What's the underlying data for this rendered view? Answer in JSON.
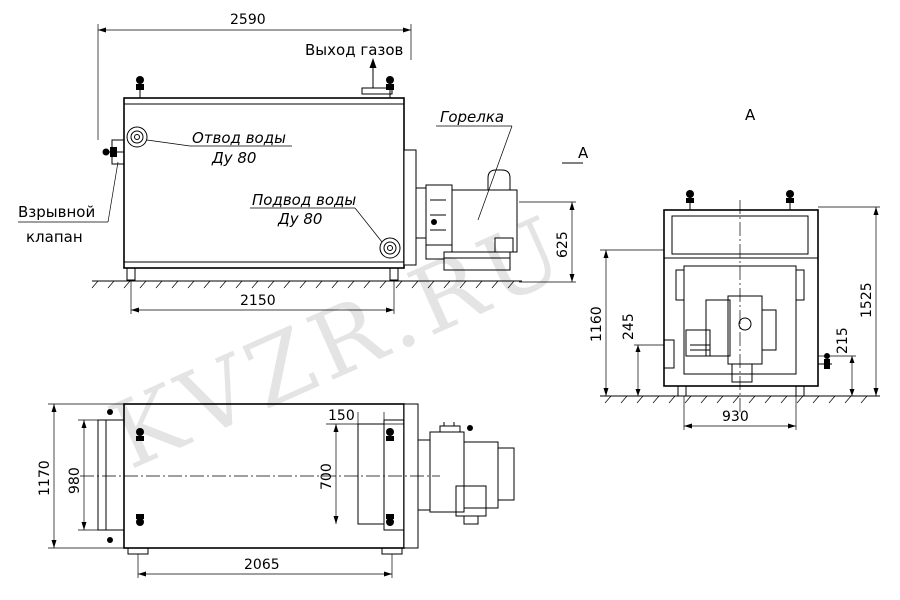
{
  "watermark": "KVZR.RU",
  "side_view": {
    "dim_total_length": "2590",
    "dim_base_length": "2150",
    "dim_burner_height": "625",
    "label_gas_outlet": "Выход газов",
    "label_water_outlet_1": "Отвод воды",
    "label_water_outlet_2": "Ду 80",
    "label_water_inlet_1": "Подвод воды",
    "label_water_inlet_2": "Ду 80",
    "label_burner": "Горелка",
    "label_valve_1": "Взрывной",
    "label_valve_2": "клапан",
    "label_section": "А"
  },
  "front_view": {
    "title": "А",
    "dim_total_height": "1525",
    "dim_1160": "1160",
    "dim_245": "245",
    "dim_215": "215",
    "dim_width": "930"
  },
  "top_view": {
    "dim_width": "1170",
    "dim_inner": "980",
    "dim_150": "150",
    "dim_700": "700",
    "dim_length": "2065"
  }
}
